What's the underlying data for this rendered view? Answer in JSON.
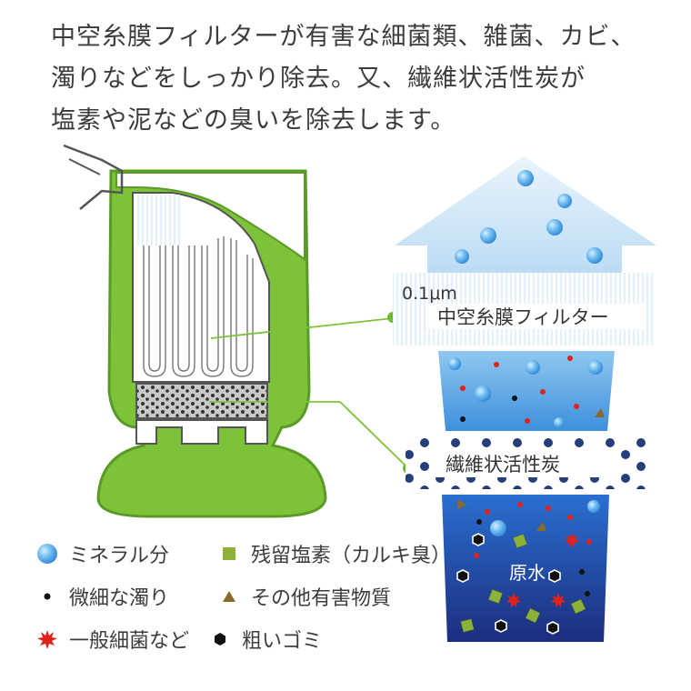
{
  "headline": {
    "line1": "中空糸膜フィルターが有害な細菌類、雑菌、カビ、",
    "line2": "濁りなどをしっかり除去。又、繊維状活性炭が",
    "line3": "塩素や泥などの臭いを除去します。"
  },
  "labels": {
    "pore_size": "0.1μm",
    "membrane_filter": "中空糸膜フィルター",
    "activated_carbon": "繊維状活性炭",
    "raw_water": "原水"
  },
  "legend": [
    {
      "icon": "mineral-icon",
      "label": "ミネラル分"
    },
    {
      "icon": "residual-chlorine-icon",
      "label": "残留塩素（カルキ臭）"
    },
    {
      "icon": "turbidity-icon",
      "label": "微細な濁り"
    },
    {
      "icon": "other-harmful-icon",
      "label": "その他有害物質"
    },
    {
      "icon": "bacteria-icon",
      "label": "一般細菌など"
    },
    {
      "icon": "coarse-dust-icon",
      "label": "粗いゴミ"
    }
  ],
  "colors": {
    "green": "#7cc33a",
    "dark_green": "#5aa12a",
    "mineral_blue": "#5aaee8",
    "raw_water_top": "#2a6fd0",
    "raw_water_bottom": "#1c2d7e",
    "bacteria_red": "#e0221a",
    "chlorine_green": "#8db23a",
    "harmful_brown": "#8a6a2a"
  }
}
